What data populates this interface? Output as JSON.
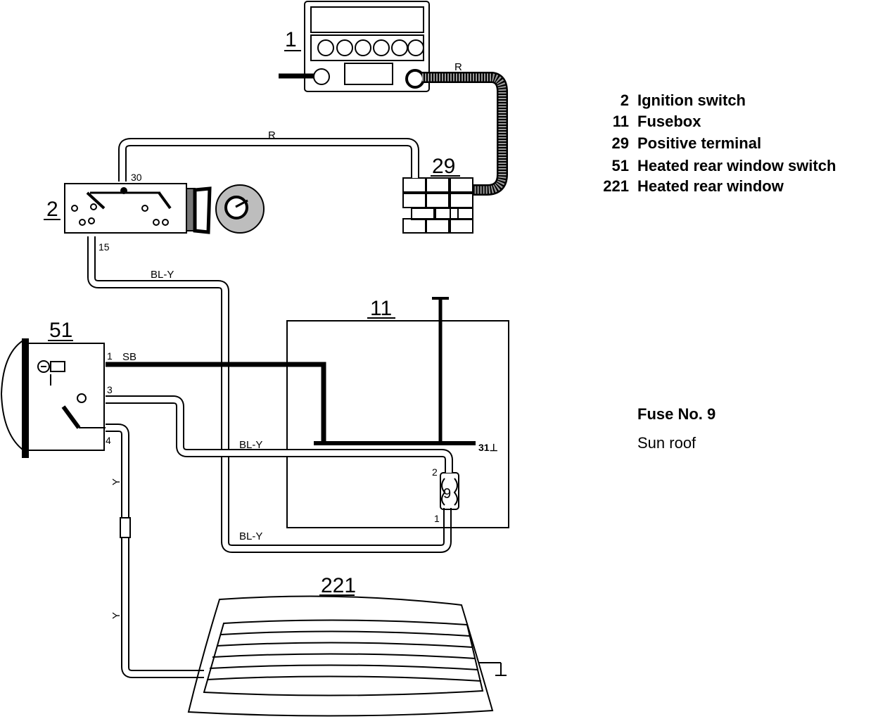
{
  "legend": [
    {
      "num": "2",
      "text": "Ignition switch"
    },
    {
      "num": "11",
      "text": "Fusebox"
    },
    {
      "num": "29",
      "text": "Positive terminal"
    },
    {
      "num": "51",
      "text": "Heated rear window switch"
    },
    {
      "num": "221",
      "text": "Heated rear window"
    }
  ],
  "fuse": {
    "title": "Fuse No. 9",
    "description": "Sun roof"
  },
  "components": {
    "instrument": "1",
    "ignition_switch": "2",
    "fusebox": "11",
    "positive_terminal": "29",
    "window_switch": "51",
    "rear_window": "221",
    "fuse_number": "9"
  },
  "wires": {
    "r_top": "R",
    "r_middle": "R",
    "bl_y_1": "BL-Y",
    "bl_y_2": "BL-Y",
    "bl_y_3": "BL-Y",
    "sb": "SB",
    "y_1": "Y",
    "y_2": "Y"
  },
  "terminals": {
    "t30": "30",
    "t15": "15",
    "t1": "1",
    "t3": "3",
    "t4": "4",
    "fuse_in": "2",
    "fuse_out": "1",
    "ground": "31⊥"
  }
}
